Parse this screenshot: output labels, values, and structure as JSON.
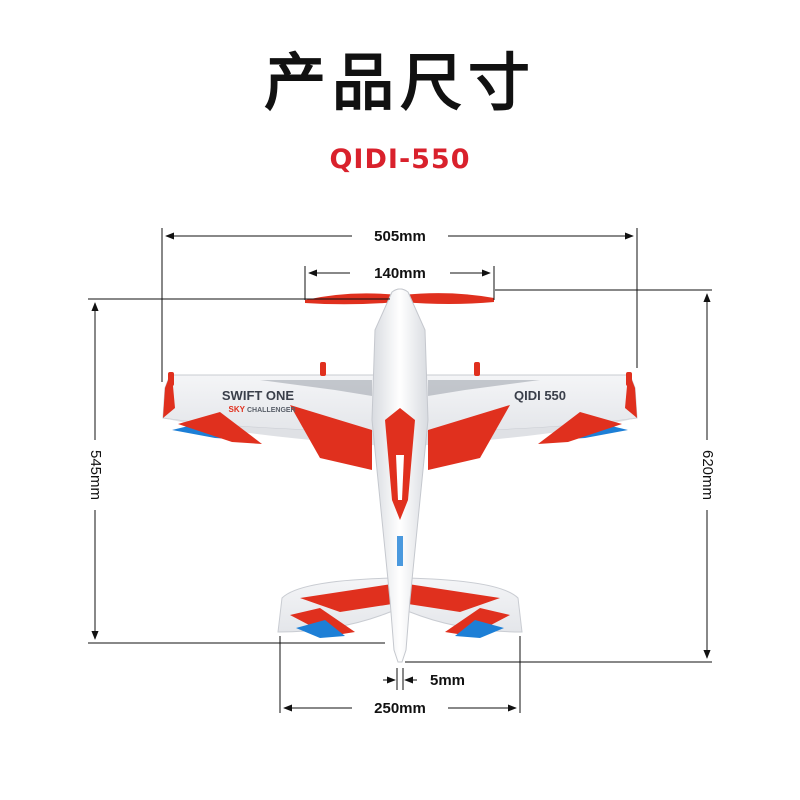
{
  "page": {
    "title": "产品尺寸",
    "model": "QIDI-550"
  },
  "dimensions": {
    "wingspan": "505mm",
    "propeller": "140mm",
    "length_fuselage": "545mm",
    "length_total": "620mm",
    "tail_gap": "5mm",
    "stabilizer_span": "250mm"
  },
  "decals": {
    "left_wing_brand": "SWIFT ONE",
    "left_wing_sub_highlight": "SKY",
    "left_wing_sub": "CHALLENGER",
    "right_wing_model": "QIDI 550"
  },
  "colors": {
    "accent_red": "#e0301e",
    "accent_blue": "#1d7fd6",
    "title_red": "#d9212c"
  }
}
